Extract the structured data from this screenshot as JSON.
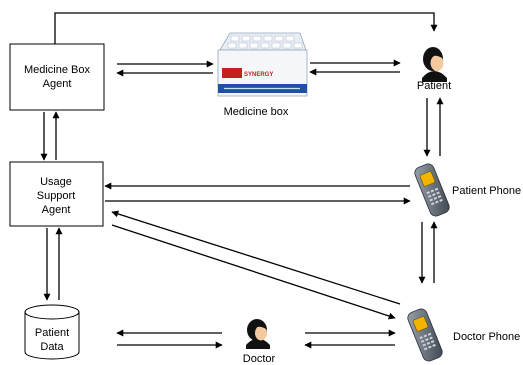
{
  "nodes": {
    "medicine_box_agent": {
      "line1": "Medicine Box",
      "line2": "Agent"
    },
    "usage_support_agent": {
      "line1": "Usage",
      "line2": "Support",
      "line3": "Agent"
    },
    "patient_data": {
      "line1": "Patient",
      "line2": "Data"
    },
    "medicine_box": {
      "label": "Medicine box",
      "brand_text": "SYNERGY"
    },
    "patient": {
      "label": "Patient"
    },
    "patient_phone": {
      "label": "Patient Phone"
    },
    "doctor": {
      "label": "Doctor"
    },
    "doctor_phone": {
      "label": "Doctor Phone"
    }
  },
  "icons": {
    "person": "person-head-icon",
    "phone": "mobile-phone-icon",
    "database": "database-cylinder-icon",
    "pillbox": "medicine-box-image"
  },
  "colors": {
    "line": "#000000",
    "box_border": "#000000",
    "phone_body": "#5a6470",
    "phone_screen": "#f2b400",
    "face": "#f3c9a0"
  }
}
